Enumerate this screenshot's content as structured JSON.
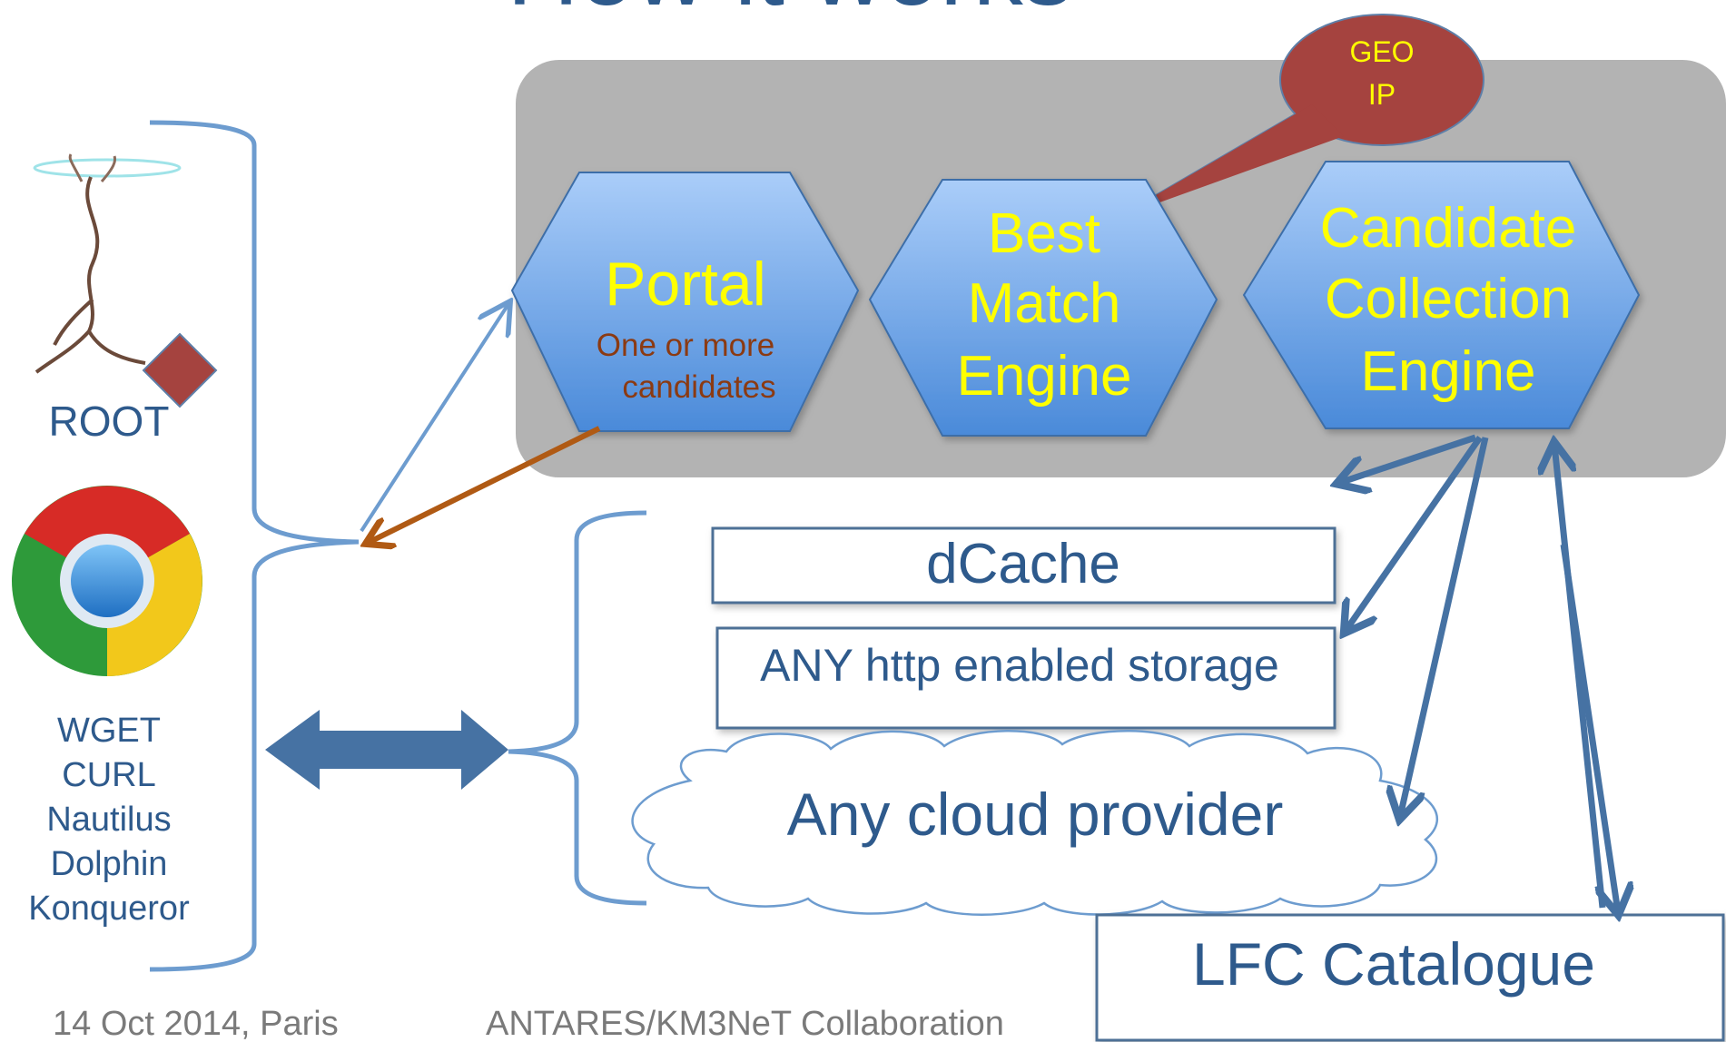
{
  "title": "How it works",
  "colors": {
    "panel": "#b3b3b3",
    "hexagon_light": "#a9ccf8",
    "hexagon_dark": "#4f8fdc",
    "hexagon_stroke": "#3d6ea8",
    "hexagon_text": "#ffff00",
    "subtitle_text": "#8b3a12",
    "balloon": "#a5433f",
    "balloon_text": "#ffff00",
    "arrow_blue": "#4672a3",
    "arrow_brown": "#b05a14",
    "bracket": "#6d9ccf",
    "label_blue": "#2e5a8c"
  },
  "clients": {
    "root_label": "ROOT",
    "tools": [
      "WGET",
      "CURL",
      "Nautilus",
      "Dolphin",
      "Konqueror"
    ]
  },
  "engines": {
    "portal": {
      "title": "Portal",
      "subtitle": [
        "One or more",
        "candidates"
      ]
    },
    "best_match": {
      "lines": [
        "Best",
        "Match",
        "Engine"
      ]
    },
    "candidate_collection": {
      "lines": [
        "Candidate",
        "Collection",
        "Engine"
      ]
    }
  },
  "geoip": {
    "lines": [
      "GEO",
      "IP"
    ]
  },
  "storage": {
    "dcache": "dCache",
    "http_storage": "ANY http enabled storage",
    "cloud": "Any cloud provider",
    "lfc": "LFC Catalogue"
  },
  "footer": {
    "left": "14 Oct 2014, Paris",
    "center": "ANTARES/KM3NeT Collaboration"
  }
}
